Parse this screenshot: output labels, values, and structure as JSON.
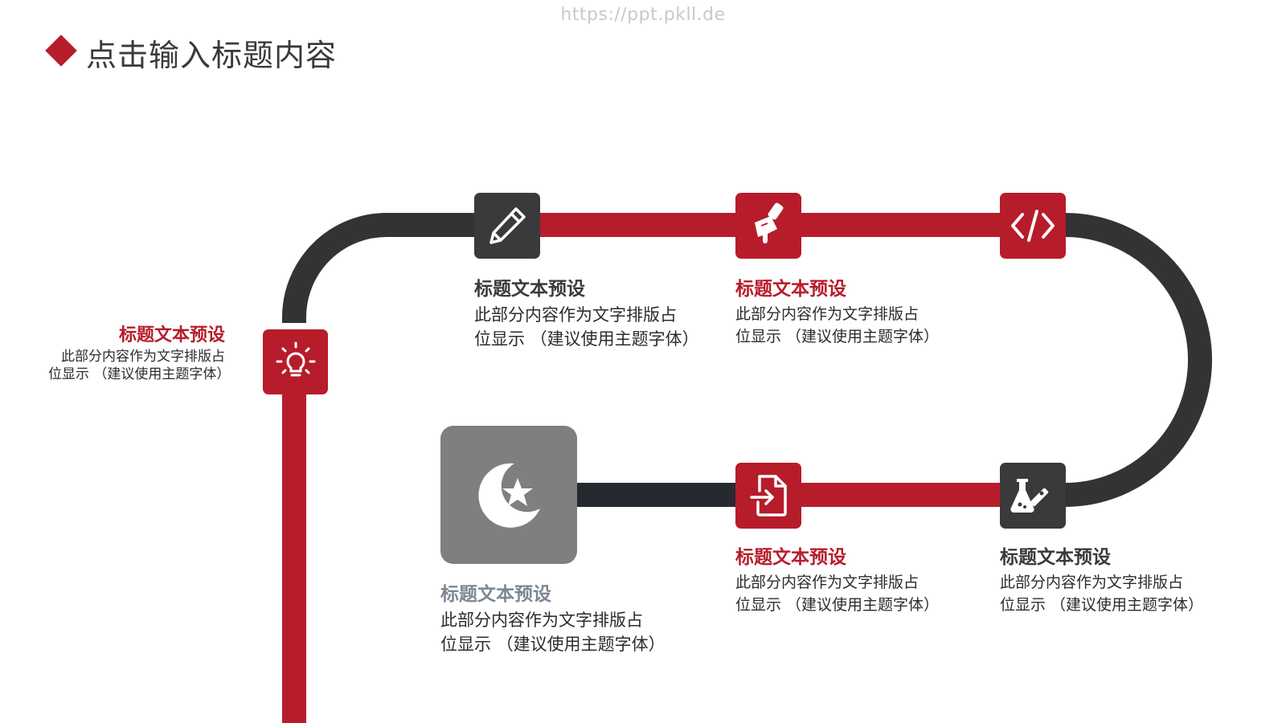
{
  "watermark": "https://ppt.pkll.de",
  "title": "点击输入标题内容",
  "colors": {
    "accent": "#b71c2b",
    "dark": "#333335",
    "node_dark": "#3a3a3c",
    "node_grey": "#7f7f80",
    "grey_text": "#7d8794"
  },
  "steps": [
    {
      "icon": "lightbulb-icon",
      "title": "标题文本预设",
      "line1": "此部分内容作为文字排版占",
      "line2": "位显示 （建议使用主题字体）"
    },
    {
      "icon": "pencil-icon",
      "title": "标题文本预设",
      "line1": "此部分内容作为文字排版占",
      "line2": "位显示 （建议使用主题字体）"
    },
    {
      "icon": "paint-brush-icon",
      "title": "标题文本预设",
      "line1": "此部分内容作为文字排版占",
      "line2": "位显示 （建议使用主题字体）"
    },
    {
      "icon": "code-icon"
    },
    {
      "icon": "lab-flask-icon",
      "title": "标题文本预设",
      "line1": "此部分内容作为文字排版占",
      "line2": "位显示 （建议使用主题字体）"
    },
    {
      "icon": "file-import-icon",
      "title": "标题文本预设",
      "line1": "此部分内容作为文字排版占",
      "line2": "位显示 （建议使用主题字体）"
    },
    {
      "icon": "crescent-star-icon",
      "title": "标题文本预设",
      "line1": "此部分内容作为文字排版占",
      "line2": "位显示 （建议使用主题字体）"
    }
  ]
}
